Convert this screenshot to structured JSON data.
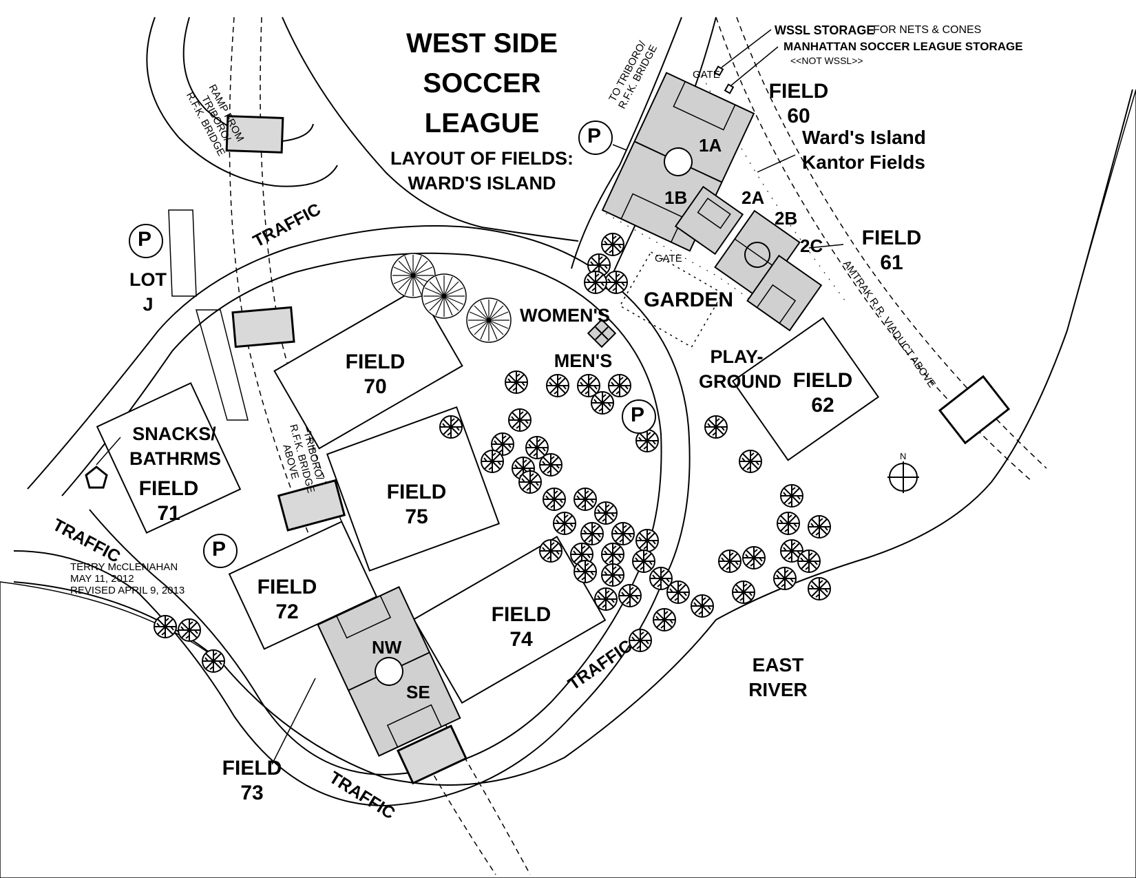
{
  "title": {
    "line1": "WEST SIDE",
    "line2": "SOCCER",
    "line3": "LEAGUE",
    "subtitle1": "LAYOUT OF FIELDS:",
    "subtitle2": "WARD'S ISLAND"
  },
  "legend": {
    "wssl_storage": "WSSL STORAGE",
    "wssl_storage_note": "FOR NETS & CONES",
    "msl_storage": "MANHATTAN SOCCER LEAGUE STORAGE",
    "msl_storage_note": "<<NOT WSSL>>"
  },
  "credits": {
    "author": "TERRY McCLENAHAN",
    "date": "MAY 11, 2012",
    "revised": "REVISED APRIL 9, 2013"
  },
  "fields": {
    "f60_a": "FIELD",
    "f60_b": "60",
    "f61_a": "FIELD",
    "f61_b": "61",
    "f62_a": "FIELD",
    "f62_b": "62",
    "f70_a": "FIELD",
    "f70_b": "70",
    "f71_a": "FIELD",
    "f71_b": "71",
    "f72_a": "FIELD",
    "f72_b": "72",
    "f73_a": "FIELD",
    "f73_b": "73",
    "f74_a": "FIELD",
    "f74_b": "74",
    "f75_a": "FIELD",
    "f75_b": "75",
    "sub_1a": "1A",
    "sub_1b": "1B",
    "sub_2a": "2A",
    "sub_2b": "2B",
    "sub_2c": "2C",
    "sub_nw": "NW",
    "sub_se": "SE"
  },
  "places": {
    "kantor_1": "Ward's Island",
    "kantor_2": "Kantor Fields",
    "garden": "GARDEN",
    "playground_1": "PLAY-",
    "playground_2": "GROUND",
    "womens": "WOMEN'S",
    "mens": "MEN'S",
    "snacks_1": "SNACKS/",
    "snacks_2": "BATHRMS",
    "lot_1": "LOT",
    "lot_2": "J",
    "east_river_1": "EAST",
    "east_river_2": "RIVER",
    "gate_1": "GATE",
    "gate_2": "GATE",
    "parking": "P",
    "north": "N"
  },
  "roads": {
    "traffic": "TRAFFIC",
    "ramp_1": "RAMP FROM",
    "ramp_2": "TRIBORO/",
    "ramp_3": "R.F.K. BRIDGE",
    "to_triboro_1": "TO TRIBORO/",
    "to_triboro_2": "R.F.K. BRIDGE",
    "bridge_above_1": "TRIBORO/",
    "bridge_above_2": "R.F.K. BRIDGE",
    "bridge_above_3": "ABOVE",
    "amtrak": "AMTRAK R.R. VIADUCT ABOVE"
  }
}
